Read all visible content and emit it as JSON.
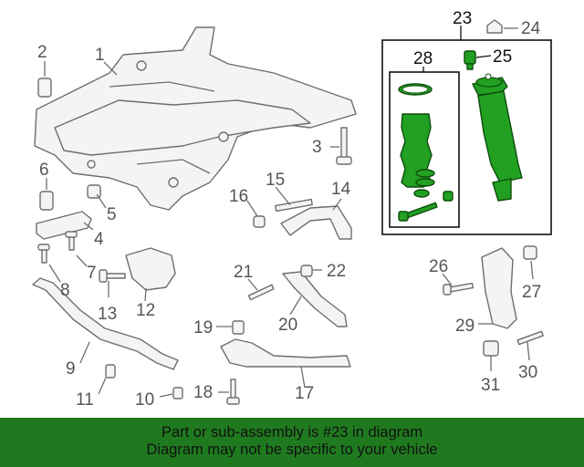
{
  "diagram": {
    "callouts": {
      "c1": "1",
      "c2": "2",
      "c3": "3",
      "c4": "4",
      "c5": "5",
      "c6": "6",
      "c7": "7",
      "c8": "8",
      "c9": "9",
      "c10": "10",
      "c11": "11",
      "c12": "12",
      "c13": "13",
      "c14": "14",
      "c15": "15",
      "c16": "16",
      "c17": "17",
      "c18": "18",
      "c19": "19",
      "c20": "20",
      "c21": "21",
      "c22": "22",
      "c23": "23",
      "c24": "24",
      "c25": "25",
      "c26": "26",
      "c27": "27",
      "c28": "28",
      "c29": "29",
      "c30": "30",
      "c31": "31"
    },
    "highlight_color": "#22a022",
    "banner_color": "#1f7a1f"
  },
  "banner": {
    "line1": "Part or sub-assembly is #23 in diagram",
    "line2": "Diagram may not be specific to your vehicle"
  }
}
